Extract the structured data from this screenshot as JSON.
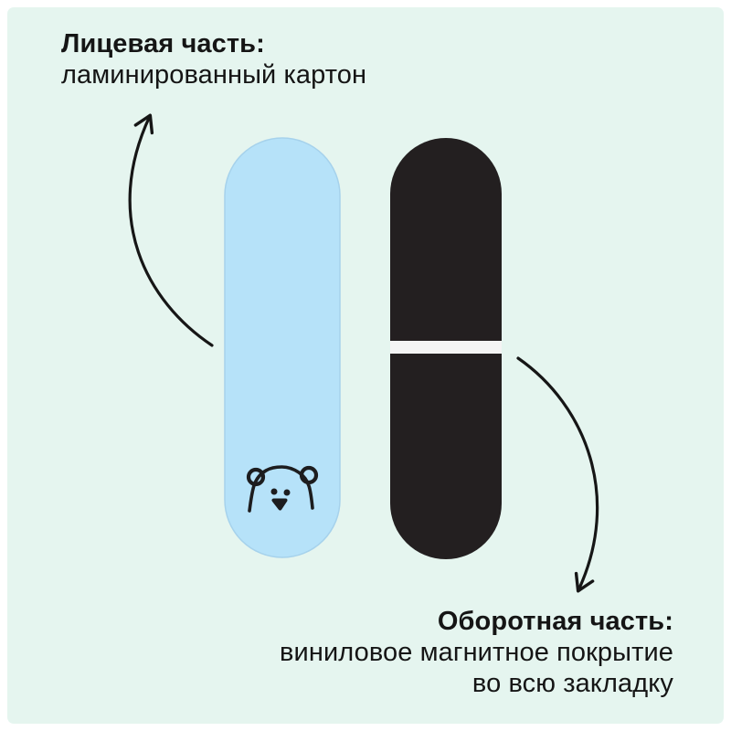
{
  "page": {
    "background_color": "#ffffff",
    "panel_color": "#e5f5ef"
  },
  "front_label": {
    "title": "Лицевая часть:",
    "description": "ламинированный картон"
  },
  "back_label": {
    "title": "Оборотная часть:",
    "description_line1": "виниловое магнитное покрытие",
    "description_line2": "во всю закладку"
  },
  "bookmark": {
    "front_color": "#b6e2f9",
    "front_border_color": "#a6d2ec",
    "back_color": "#231f20",
    "stripe_color": "#f4f4f4",
    "ink_color": "#1d1d1f",
    "front_icon": "bear-face-icon"
  },
  "arrows": {
    "color": "#161616"
  }
}
